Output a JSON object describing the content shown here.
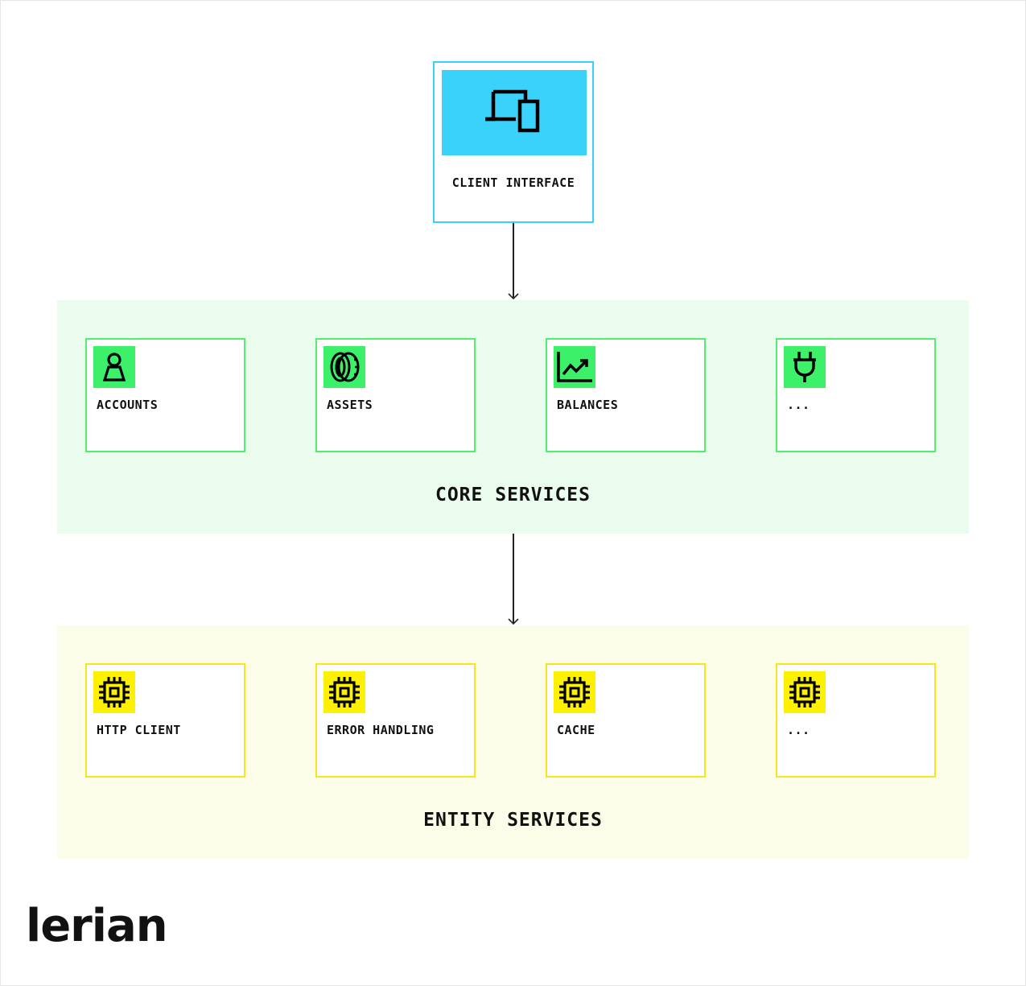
{
  "client": {
    "label": "CLIENT INTERFACE",
    "icon": "devices-icon",
    "color": "#3ad2fb"
  },
  "core": {
    "title": "CORE SERVICES",
    "color": "#3df06a",
    "items": [
      {
        "label": "ACCOUNTS",
        "icon": "user-icon"
      },
      {
        "label": "ASSETS",
        "icon": "coins-icon"
      },
      {
        "label": "BALANCES",
        "icon": "chart-line-icon"
      },
      {
        "label": "...",
        "icon": "plug-icon"
      }
    ]
  },
  "entity": {
    "title": "ENTITY SERVICES",
    "color": "#fdf000",
    "items": [
      {
        "label": "HTTP CLIENT",
        "icon": "chip-icon"
      },
      {
        "label": "ERROR HANDLING",
        "icon": "chip-icon"
      },
      {
        "label": "CACHE",
        "icon": "chip-icon"
      },
      {
        "label": "...",
        "icon": "chip-icon"
      }
    ]
  },
  "brand": {
    "logo_text": "lerian"
  }
}
